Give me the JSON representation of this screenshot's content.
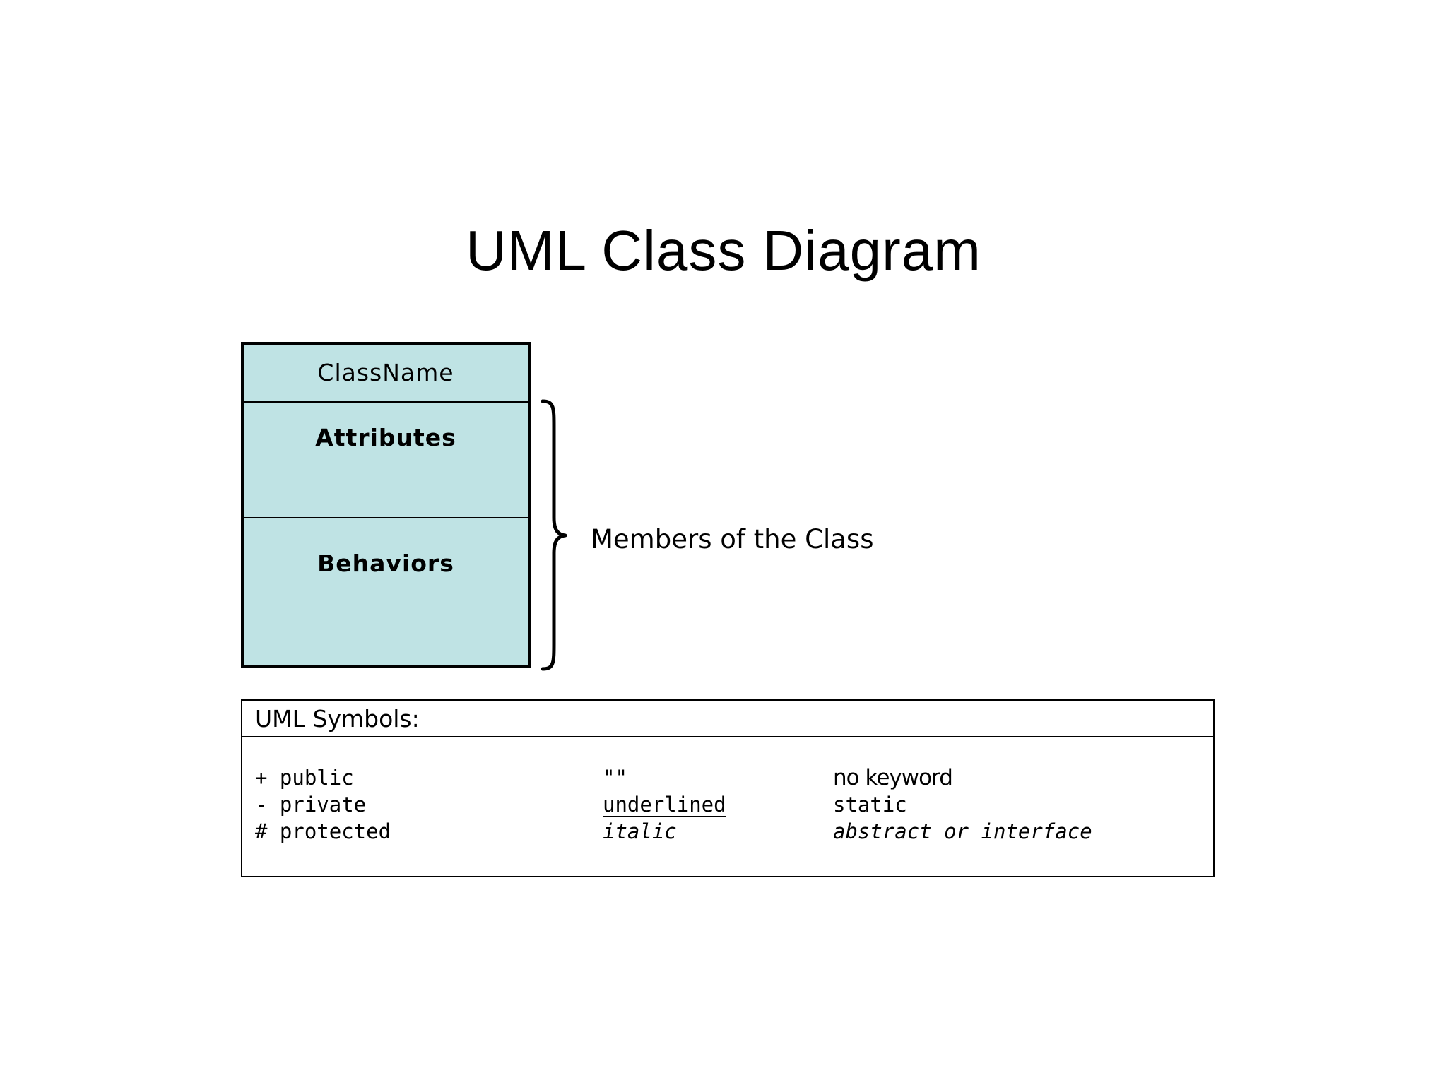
{
  "title": "UML Class Diagram",
  "class_box": {
    "name": "ClassName",
    "attributes": "Attributes",
    "behaviors": "Behaviors",
    "fill_color": "#bfe3e4"
  },
  "members_label": "Members of the Class",
  "symbols": {
    "title": "UML Symbols:",
    "visibility": [
      "+ public",
      "- private",
      "# protected"
    ],
    "markers": [
      "\"\"",
      "underlined",
      "italic"
    ],
    "meanings": [
      "no keyword",
      "static",
      "abstract or interface"
    ]
  }
}
